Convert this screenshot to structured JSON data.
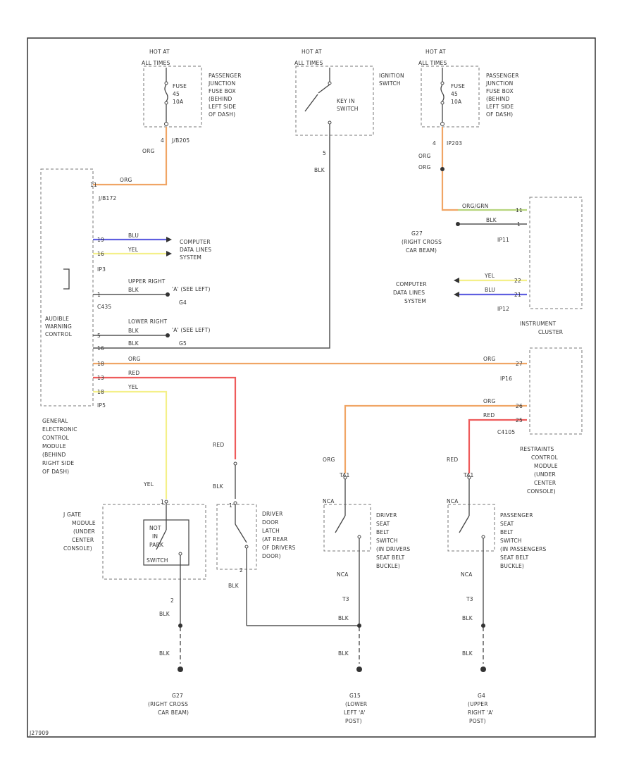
{
  "page_code": "J27909",
  "fuse_left": {
    "hot": "HOT AT",
    "hot2": "ALL TIMES",
    "fuse": "FUSE",
    "num": "45",
    "amp": "10A",
    "desc": [
      "PASSENGER",
      "JUNCTION",
      "FUSE BOX",
      "(BEHIND",
      "LEFT SIDE",
      "OF DASH)"
    ],
    "pin": "4",
    "conn": "J/B205",
    "wire": "ORG"
  },
  "ignition": {
    "hot": "HOT AT",
    "hot2": "ALL TIMES",
    "title": [
      "IGNITION",
      "SWITCH"
    ],
    "key": [
      "KEY IN",
      "SWITCH"
    ],
    "pin": "5",
    "wire": "BLK"
  },
  "fuse_right": {
    "hot": "HOT AT",
    "hot2": "ALL TIMES",
    "fuse": "FUSE",
    "num": "45",
    "amp": "10A",
    "desc": [
      "PASSENGER",
      "JUNCTION",
      "FUSE BOX",
      "(BEHIND",
      "LEFT SIDE",
      "OF DASH)"
    ],
    "pin": "4",
    "conn": "IP203",
    "wire1": "ORG",
    "wire2": "ORG"
  },
  "gem": {
    "conn_top": "J/B172",
    "pins": [
      "11",
      "19",
      "16",
      "1",
      "5",
      "16",
      "18",
      "13",
      "18"
    ],
    "conn_ip3": "IP3",
    "conn_c4": "C435",
    "conn_ip5": "IP5",
    "audible": [
      "AUDIBLE",
      "WARNING",
      "CONTROL"
    ],
    "desc": [
      "GENERAL",
      "ELECTRONIC",
      "CONTROL",
      "MODULE",
      "(BEHIND",
      "RIGHT SIDE",
      "OF DASH)"
    ],
    "w_org": "ORG",
    "w_bu": "BLU",
    "w_yel": "YEL",
    "w_blk1": "BLK",
    "w_blk2": "BLK",
    "w_blk3": "BLK",
    "w_org2": "ORG",
    "w_red": "RED",
    "w_yel2": "YEL"
  },
  "links": {
    "cdl": [
      "COMPUTER",
      "DATA LINES",
      "SYSTEM"
    ],
    "upper": [
      "UPPER RIGHT",
      "'A' (SEE LEFT)",
      "G4"
    ],
    "lower": [
      "LOWER RIGHT",
      "'A' (SEE LEFT)",
      "G5"
    ],
    "g2": [
      "G27",
      "(RIGHT CROSS",
      "CAR BEAM)"
    ],
    "cdl2": [
      "COMPUTER",
      "DATA LINES",
      "SYSTEM"
    ]
  },
  "cluster": {
    "pins": [
      "11",
      "1",
      "22",
      "21",
      "27",
      "26",
      "25"
    ],
    "w": [
      "ORG/GRN",
      "BLK",
      "YEL",
      "BLU",
      "ORG",
      "ORG",
      "RED"
    ],
    "conn1": "IP11",
    "conn2": "IP12",
    "conn3": "IP16",
    "title": [
      "INSTRUMENT",
      "CLUSTER"
    ]
  },
  "restraint": {
    "conn": "C4105",
    "title": [
      "RESTRAINTS",
      "CONTROL",
      "MODULE",
      "(UNDER",
      "CENTER",
      "CONSOLE)"
    ]
  },
  "jgate": {
    "desc": [
      "J GATE",
      "MODULE",
      "(UNDER",
      "CENTER",
      "CONSOLE)"
    ],
    "sw": [
      "NOT",
      "IN",
      "PARK",
      "SWITCH"
    ],
    "pin_top": "1",
    "pin_bot": "2",
    "wire_top": "YEL",
    "wire_bot": "BLK",
    "wire_bot2": "BLK",
    "ground": [
      "G27",
      "(RIGHT CROSS",
      "CAR BEAM)"
    ]
  },
  "door": {
    "wire_top": "RED",
    "wire_mid": "BLK",
    "desc": [
      "DRIVER",
      "DOOR",
      "LATCH",
      "(AT REAR",
      "OF DRIVERS",
      "DOOR)"
    ],
    "pin_top": "1",
    "pin_bot": "2",
    "wire_bot": "BLK"
  },
  "driver_belt": {
    "wire_top": "ORG",
    "pin_top": "TA1",
    "sw_top": "NCA",
    "desc": [
      "DRIVER",
      "SEAT",
      "BELT",
      "SWITCH",
      "(IN DRIVERS",
      "SEAT BELT",
      "BUCKLE)"
    ],
    "pin_bot": "NCA",
    "pin_bot2": "T3",
    "wire_bot": "BLK",
    "wire_bot2": "BLK",
    "ground": [
      "G15",
      "(LOWER",
      "LEFT 'A'",
      "POST)"
    ]
  },
  "pass_belt": {
    "wire_top": "RED",
    "pin_top": "TA1",
    "sw_top": "NCA",
    "desc": [
      "PASSENGER",
      "SEAT",
      "BELT",
      "SWITCH",
      "(IN PASSENGERS",
      "SEAT BELT",
      "BUCKLE)"
    ],
    "pin_bot": "NCA",
    "pin_bot2": "T3",
    "wire_bot": "BLK",
    "wire_bot2": "BLK",
    "ground": [
      "G4",
      "(UPPER",
      "RIGHT 'A'",
      "POST)"
    ]
  }
}
